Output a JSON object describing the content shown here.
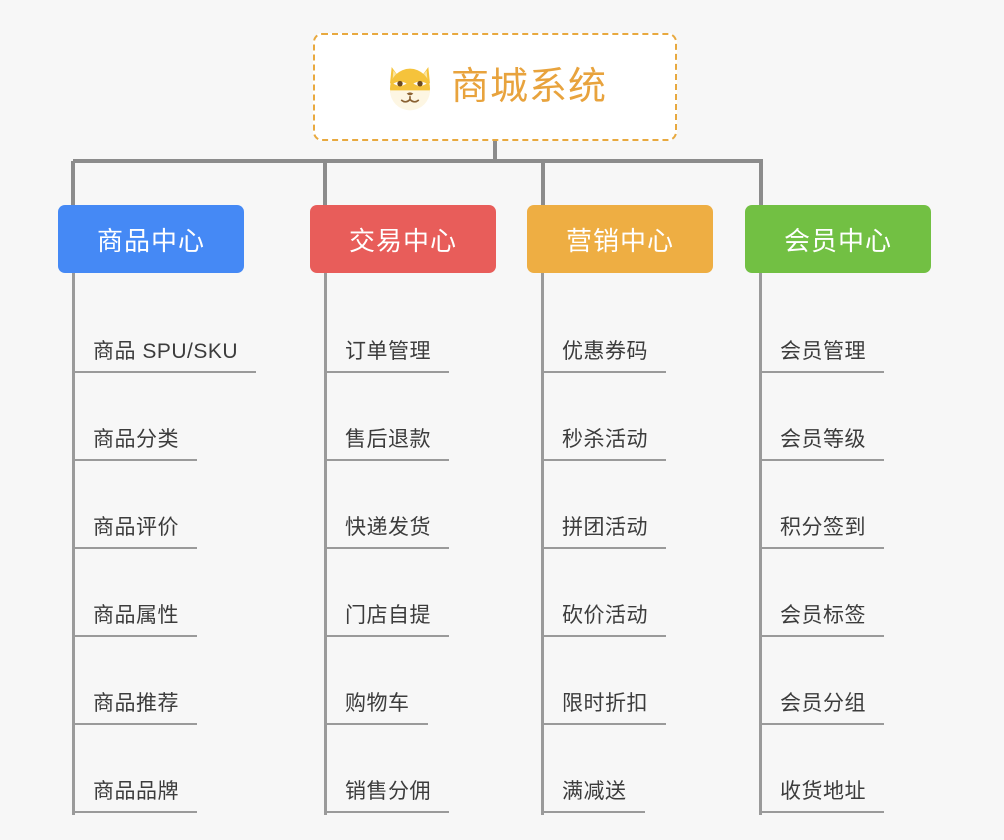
{
  "page": {
    "background_color": "#f7f7f7",
    "type": "mindmap"
  },
  "root": {
    "title": "商城系统",
    "icon": "shiba-inu-dog-face-icon",
    "text_color": "#e8a33d",
    "border_color": "#e8a93f",
    "background_color": "#ffffff"
  },
  "connector": {
    "color": "#8c8c8c"
  },
  "branches": [
    {
      "label": "商品中心",
      "color": "#4589f5",
      "items": [
        "商品 SPU/SKU",
        "商品分类",
        "商品评价",
        "商品属性",
        "商品推荐",
        "商品品牌"
      ]
    },
    {
      "label": "交易中心",
      "color": "#e85d5a",
      "items": [
        "订单管理",
        "售后退款",
        "快递发货",
        "门店自提",
        "购物车",
        "销售分佣"
      ]
    },
    {
      "label": "营销中心",
      "color": "#eeae43",
      "items": [
        "优惠券码",
        "秒杀活动",
        "拼团活动",
        "砍价活动",
        "限时折扣",
        "满减送"
      ]
    },
    {
      "label": "会员中心",
      "color": "#72c043",
      "items": [
        "会员管理",
        "会员等级",
        "积分签到",
        "会员标签",
        "会员分组",
        "收货地址"
      ]
    }
  ]
}
